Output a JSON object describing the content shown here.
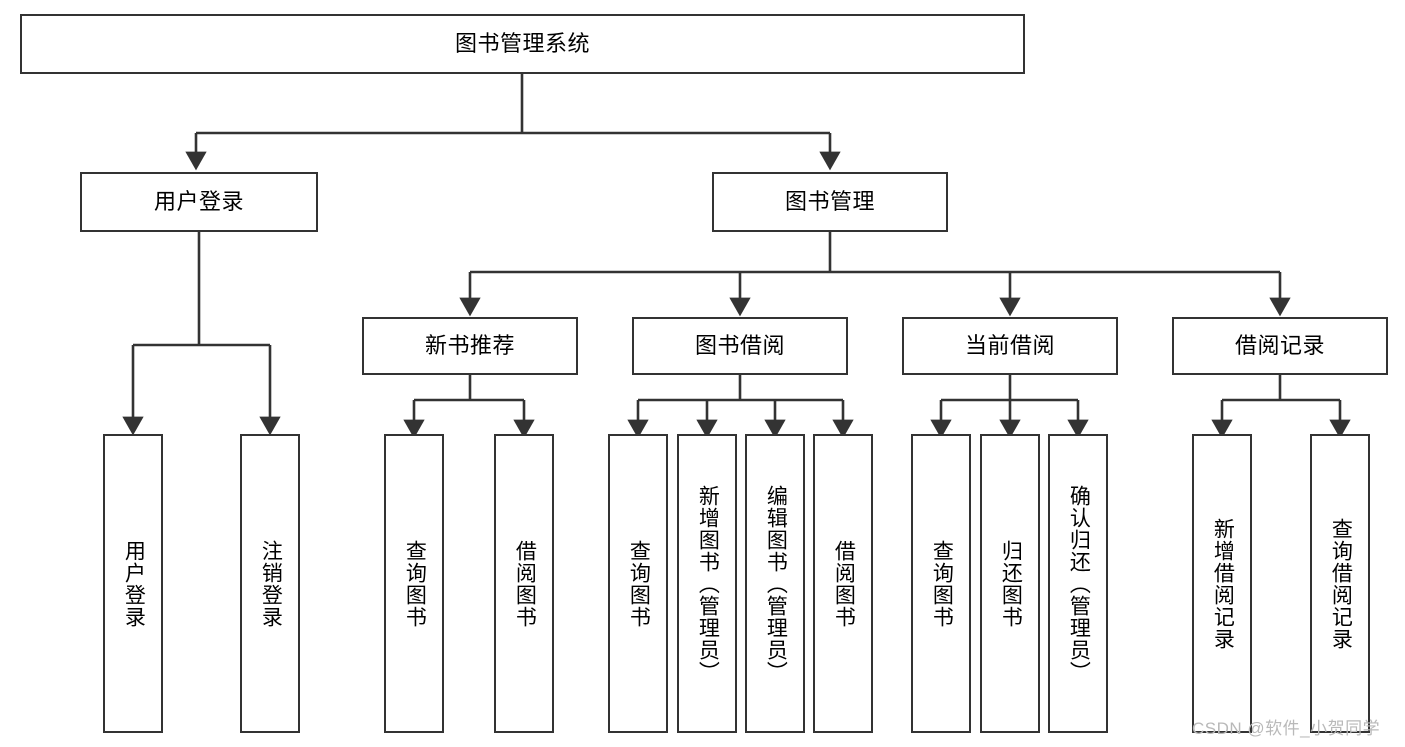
{
  "diagram": {
    "title": "图书管理系统",
    "type": "tree-hierarchy",
    "orientation": "top-down",
    "colors": {
      "node_border": "#333333",
      "node_fill": "#ffffff",
      "edge": "#333333",
      "canvas": "#ffffff",
      "watermark": "#b9b9b9"
    },
    "root": {
      "label": "图书管理系统"
    },
    "level2": [
      {
        "label": "用户登录"
      },
      {
        "label": "图书管理"
      }
    ],
    "level3": [
      {
        "label": "新书推荐"
      },
      {
        "label": "图书借阅"
      },
      {
        "label": "当前借阅"
      },
      {
        "label": "借阅记录"
      }
    ],
    "leaves": {
      "user_login": [
        {
          "label": "用户登录"
        },
        {
          "label": "注销登录"
        }
      ],
      "new_book_recommend": [
        {
          "label": "查询图书"
        },
        {
          "label": "借阅图书"
        }
      ],
      "book_borrow": [
        {
          "label": "查询图书"
        },
        {
          "label": "新增图书（管理员）"
        },
        {
          "label": "编辑图书（管理员）"
        },
        {
          "label": "借阅图书"
        }
      ],
      "current_borrow": [
        {
          "label": "查询图书"
        },
        {
          "label": "归还图书"
        },
        {
          "label": "确认归还（管理员）"
        }
      ],
      "borrow_record": [
        {
          "label": "新增借阅记录"
        },
        {
          "label": "查询借阅记录"
        }
      ]
    }
  },
  "watermark": {
    "text": "CSDN @软件_小贺同学"
  }
}
